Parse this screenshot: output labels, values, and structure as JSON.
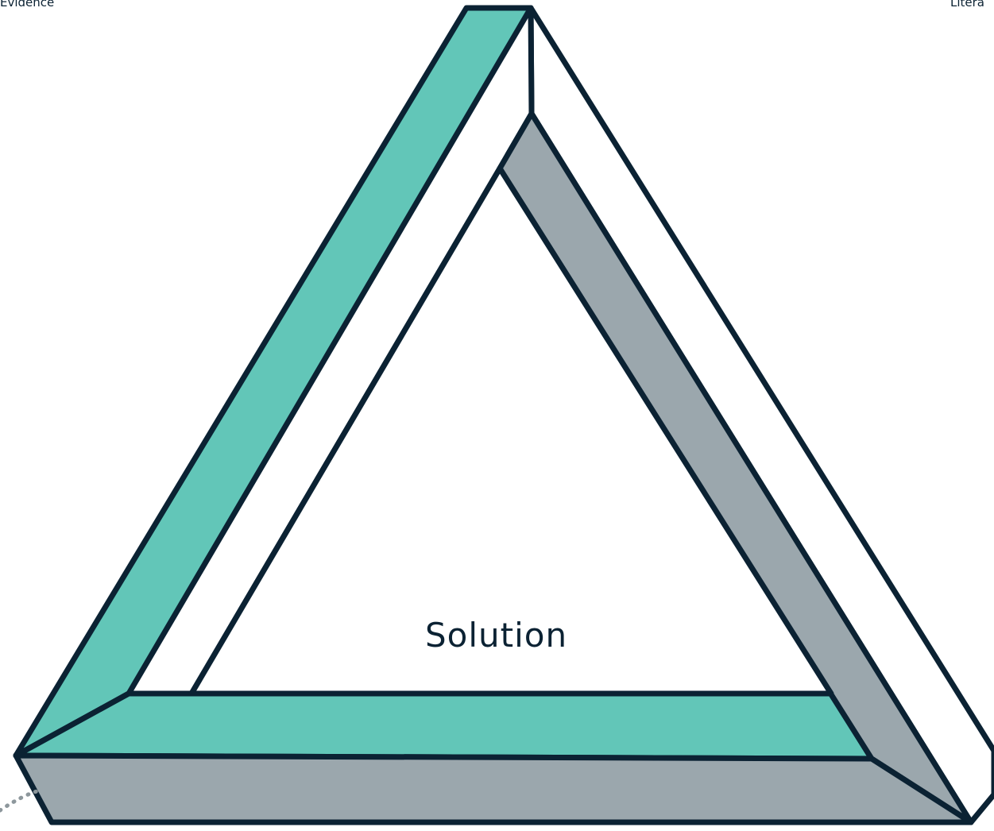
{
  "labels": {
    "top_left": "Evidence",
    "top_right": "Litera",
    "center": "Solution"
  },
  "colors": {
    "outline": "#0b2233",
    "teal": "#62c6b8",
    "gray": "#9ba7ad",
    "white": "#ffffff",
    "dotted": "#8d979c"
  }
}
